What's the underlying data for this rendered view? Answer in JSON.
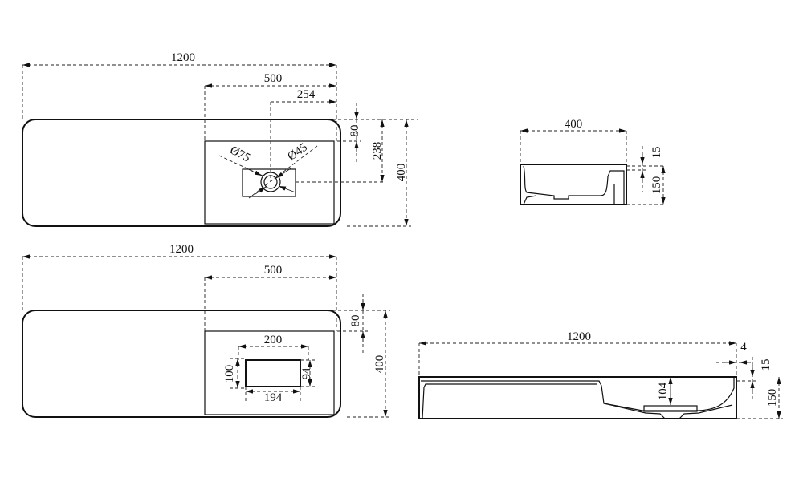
{
  "top_view_1": {
    "overall_length": "1200",
    "basin_length": "500",
    "drain_offset": "254",
    "rim_width": "80",
    "drain_depth_position": "238",
    "overall_width": "400",
    "outer_diameter": "Ø75",
    "inner_diameter": "Ø45"
  },
  "end_view": {
    "width": "400",
    "rim_thickness": "15",
    "height": "150"
  },
  "top_view_2": {
    "overall_length": "1200",
    "basin_length": "500",
    "rim_width": "80",
    "overall_width": "400",
    "outlet_outer_length": "200",
    "outlet_inner_length": "194",
    "outlet_outer_width": "100",
    "outlet_inner_width": "94"
  },
  "side_view": {
    "overall_length": "1200",
    "lip": "4",
    "rim_thickness": "15",
    "basin_depth": "104",
    "height": "150"
  }
}
